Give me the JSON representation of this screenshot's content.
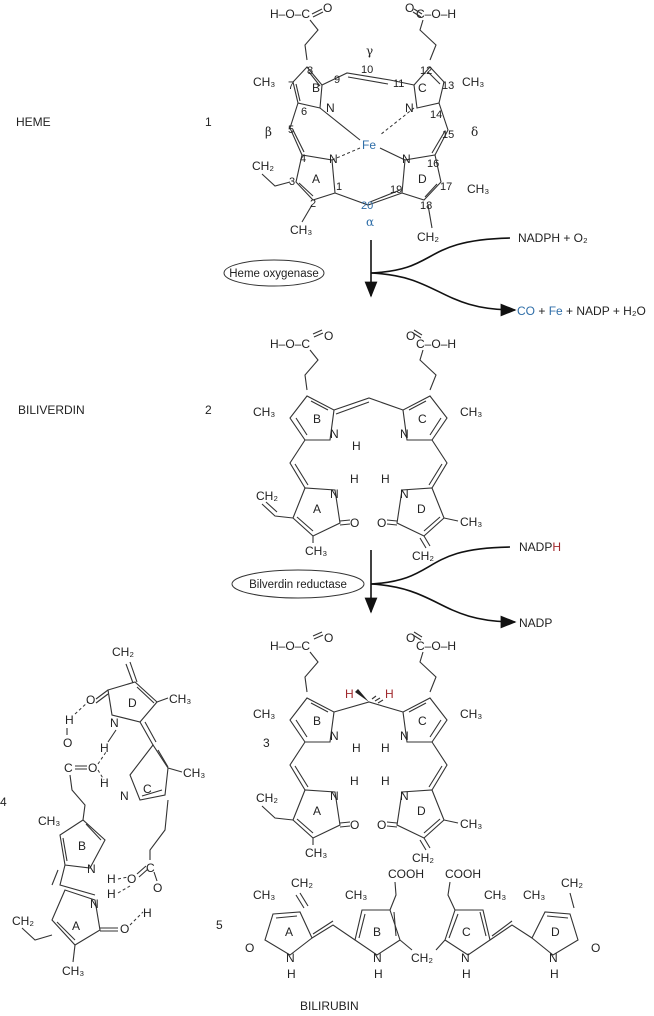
{
  "colors": {
    "accent_blue": "#2f6ea8",
    "accent_red": "#a0282c",
    "ink": "#222222"
  },
  "compounds": [
    {
      "name": "HEME",
      "number": "1"
    },
    {
      "name": "BILIVERDIN",
      "number": "2"
    },
    {
      "name": "",
      "number": "3"
    },
    {
      "name": "",
      "number": "4"
    },
    {
      "name": "BILIRUBIN",
      "number": "5"
    }
  ],
  "steps": [
    {
      "enzyme": "Heme oxygenase",
      "input": "NADPH + O₂",
      "output_parts": [
        {
          "text": "CO",
          "color": "blue"
        },
        {
          "text": " + ",
          "color": "ink"
        },
        {
          "text": "Fe",
          "color": "blue"
        },
        {
          "text": " + NADP + H₂O",
          "color": "ink"
        }
      ]
    },
    {
      "enzyme": "Bilverdin reductase",
      "input_main": "NADP",
      "input_highlight": "H",
      "output": "NADP"
    }
  ],
  "heme": {
    "iron": "Fe",
    "ring_letters": [
      "A",
      "B",
      "C",
      "D"
    ],
    "positions": [
      "1",
      "2",
      "3",
      "4",
      "5",
      "6",
      "7",
      "8",
      "9",
      "10",
      "11",
      "12",
      "13",
      "14",
      "15",
      "16",
      "17",
      "18",
      "19",
      "20"
    ],
    "greek": {
      "alpha": "α",
      "beta": "β",
      "gamma": "γ",
      "delta": "δ"
    },
    "substituents": {
      "acid": "H–O–C",
      "acid_r": "C–O–H",
      "o": "O",
      "ch3": "CH₃",
      "ch2": "CH₂",
      "n": "N"
    }
  },
  "atoms": {
    "H": "H",
    "N": "N",
    "O": "O",
    "C": "C",
    "CH3": "CH₃",
    "CH2": "CH₂",
    "COOH": "COOH",
    "NH": "N"
  }
}
